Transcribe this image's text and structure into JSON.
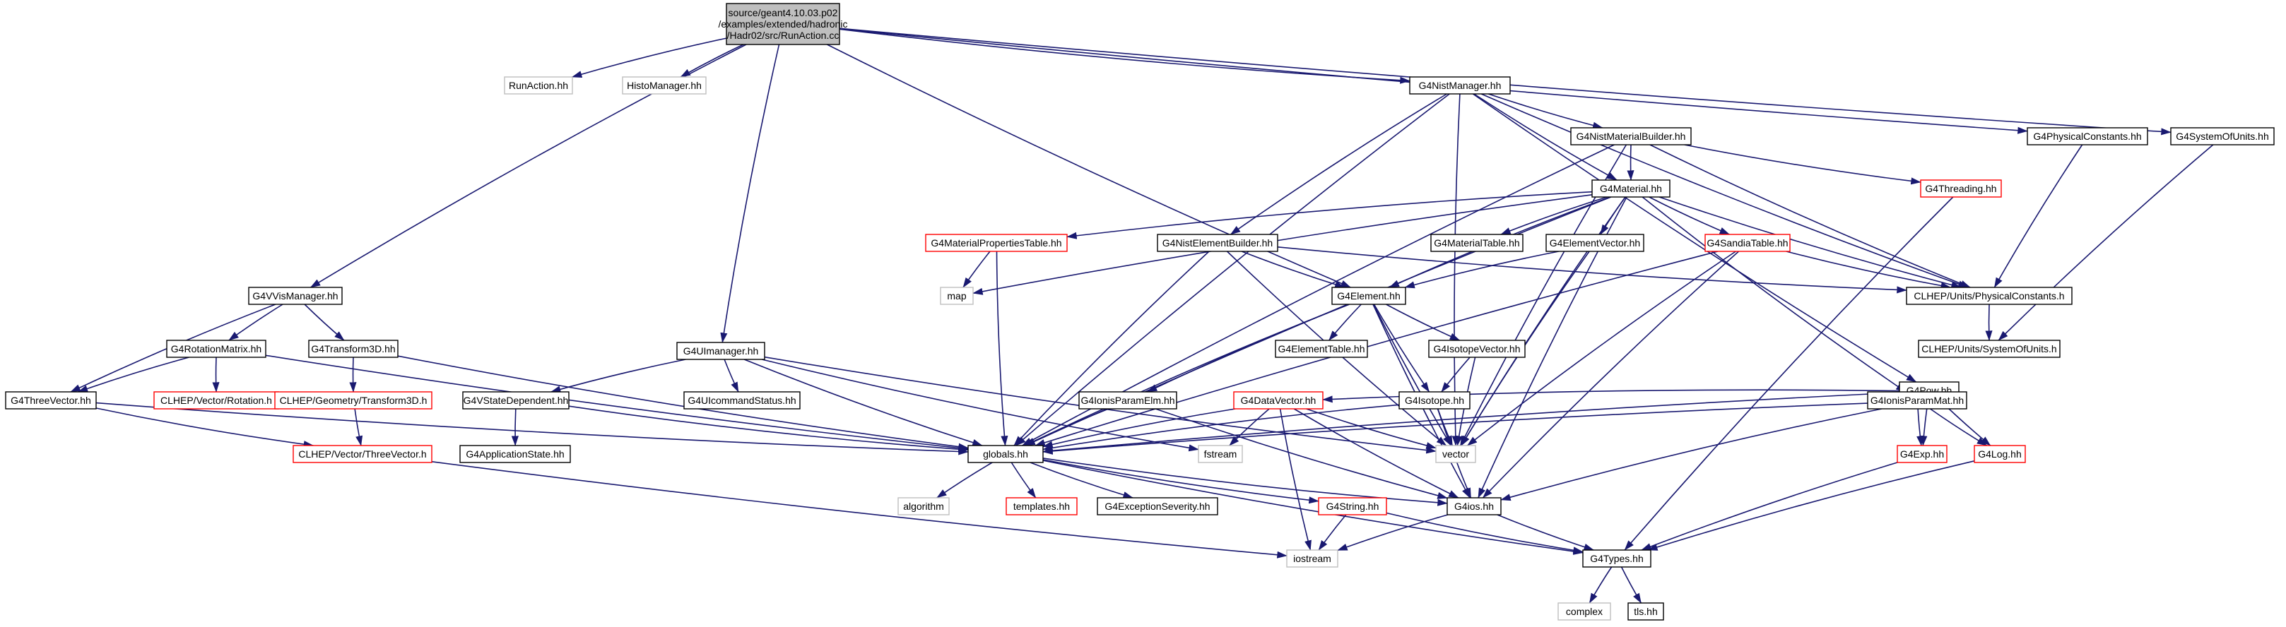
{
  "colors": {
    "edge": "#191970",
    "root_fill": "#bfbfbf",
    "root_border": "#000000",
    "normal_border": "#000000",
    "missing_border": "#bfbfbf",
    "truncated_border": "#ff0000",
    "node_fill": "#ffffff"
  },
  "nodes": [
    {
      "id": "root",
      "label": "source/geant4.10.03.p02\n/examples/extended/hadronic\n/Hadr02/src/RunAction.cc",
      "kind": "root"
    },
    {
      "id": "runaction",
      "label": "RunAction.hh",
      "kind": "missing"
    },
    {
      "id": "histomanager",
      "label": "HistoManager.hh",
      "kind": "missing"
    },
    {
      "id": "g4nistmanager",
      "label": "G4NistManager.hh",
      "kind": "normal"
    },
    {
      "id": "g4physicalconstants",
      "label": "G4PhysicalConstants.hh",
      "kind": "normal"
    },
    {
      "id": "g4systemofunits",
      "label": "G4SystemOfUnits.hh",
      "kind": "normal"
    },
    {
      "id": "g4nistmaterialbuilder",
      "label": "G4NistMaterialBuilder.hh",
      "kind": "normal"
    },
    {
      "id": "g4threading",
      "label": "G4Threading.hh",
      "kind": "truncated"
    },
    {
      "id": "g4material",
      "label": "G4Material.hh",
      "kind": "normal"
    },
    {
      "id": "g4materialpropertiestable",
      "label": "G4MaterialPropertiesTable.hh",
      "kind": "truncated"
    },
    {
      "id": "g4nistelementbuilder",
      "label": "G4NistElementBuilder.hh",
      "kind": "normal"
    },
    {
      "id": "g4materialtable",
      "label": "G4MaterialTable.hh",
      "kind": "normal"
    },
    {
      "id": "g4elementvector",
      "label": "G4ElementVector.hh",
      "kind": "normal"
    },
    {
      "id": "g4sandiatable",
      "label": "G4SandiaTable.hh",
      "kind": "truncated"
    },
    {
      "id": "map",
      "label": "map",
      "kind": "missing"
    },
    {
      "id": "g4element",
      "label": "G4Element.hh",
      "kind": "normal"
    },
    {
      "id": "clhep_physconst",
      "label": "CLHEP/Units/PhysicalConstants.h",
      "kind": "normal"
    },
    {
      "id": "g4vvismanager",
      "label": "G4VVisManager.hh",
      "kind": "normal"
    },
    {
      "id": "g4rotationmatrix",
      "label": "G4RotationMatrix.hh",
      "kind": "normal"
    },
    {
      "id": "g4transform3d",
      "label": "G4Transform3D.hh",
      "kind": "normal"
    },
    {
      "id": "g4uimanager",
      "label": "G4UImanager.hh",
      "kind": "normal"
    },
    {
      "id": "g4elementtable",
      "label": "G4ElementTable.hh",
      "kind": "normal"
    },
    {
      "id": "g4isotopevector",
      "label": "G4IsotopeVector.hh",
      "kind": "normal"
    },
    {
      "id": "clhep_sysunits",
      "label": "CLHEP/Units/SystemOfUnits.h",
      "kind": "normal"
    },
    {
      "id": "g4pow",
      "label": "G4Pow.hh",
      "kind": "normal"
    },
    {
      "id": "g4threevector",
      "label": "G4ThreeVector.hh",
      "kind": "normal"
    },
    {
      "id": "clhep_rotation",
      "label": "CLHEP/Vector/Rotation.h",
      "kind": "truncated"
    },
    {
      "id": "clhep_transform3d",
      "label": "CLHEP/Geometry/Transform3D.h",
      "kind": "truncated"
    },
    {
      "id": "g4vstatedependent",
      "label": "G4VStateDependent.hh",
      "kind": "normal"
    },
    {
      "id": "g4uicommandstatus",
      "label": "G4UIcommandStatus.hh",
      "kind": "normal"
    },
    {
      "id": "g4ionisparamelm",
      "label": "G4IonisParamElm.hh",
      "kind": "normal"
    },
    {
      "id": "g4datavector",
      "label": "G4DataVector.hh",
      "kind": "truncated"
    },
    {
      "id": "g4isotope",
      "label": "G4Isotope.hh",
      "kind": "normal"
    },
    {
      "id": "g4ionisparammat",
      "label": "G4IonisParamMat.hh",
      "kind": "normal"
    },
    {
      "id": "clhep_threevector",
      "label": "CLHEP/Vector/ThreeVector.h",
      "kind": "truncated"
    },
    {
      "id": "g4applicationstate",
      "label": "G4ApplicationState.hh",
      "kind": "normal"
    },
    {
      "id": "globals",
      "label": "globals.hh",
      "kind": "normal"
    },
    {
      "id": "fstream",
      "label": "fstream",
      "kind": "missing"
    },
    {
      "id": "vector",
      "label": "vector",
      "kind": "missing"
    },
    {
      "id": "g4exp",
      "label": "G4Exp.hh",
      "kind": "truncated"
    },
    {
      "id": "g4log",
      "label": "G4Log.hh",
      "kind": "truncated"
    },
    {
      "id": "algorithm",
      "label": "algorithm",
      "kind": "missing"
    },
    {
      "id": "templates",
      "label": "templates.hh",
      "kind": "truncated"
    },
    {
      "id": "g4exceptionseverity",
      "label": "G4ExceptionSeverity.hh",
      "kind": "normal"
    },
    {
      "id": "g4string",
      "label": "G4String.hh",
      "kind": "truncated"
    },
    {
      "id": "g4ios",
      "label": "G4ios.hh",
      "kind": "normal"
    },
    {
      "id": "iostream",
      "label": "iostream",
      "kind": "missing"
    },
    {
      "id": "g4types",
      "label": "G4Types.hh",
      "kind": "normal"
    },
    {
      "id": "complex",
      "label": "complex",
      "kind": "missing"
    },
    {
      "id": "tls",
      "label": "tls.hh",
      "kind": "normal"
    }
  ],
  "edges": [
    [
      "root",
      "runaction"
    ],
    [
      "root",
      "histomanager"
    ],
    [
      "root",
      "g4nistmanager"
    ],
    [
      "root",
      "g4physicalconstants"
    ],
    [
      "root",
      "g4systemofunits"
    ],
    [
      "root",
      "g4vvismanager"
    ],
    [
      "root",
      "g4uimanager"
    ],
    [
      "root",
      "g4element"
    ],
    [
      "g4nistmanager",
      "g4nistmaterialbuilder"
    ],
    [
      "g4nistmanager",
      "g4material"
    ],
    [
      "g4nistmanager",
      "g4nistelementbuilder"
    ],
    [
      "g4nistmanager",
      "clhep_physconst"
    ],
    [
      "g4nistmanager",
      "g4pow"
    ],
    [
      "g4nistmanager",
      "globals"
    ],
    [
      "g4nistmanager",
      "vector"
    ],
    [
      "g4physicalconstants",
      "clhep_physconst"
    ],
    [
      "g4systemofunits",
      "clhep_sysunits"
    ],
    [
      "g4nistmaterialbuilder",
      "g4threading"
    ],
    [
      "g4nistmaterialbuilder",
      "g4material"
    ],
    [
      "g4nistmaterialbuilder",
      "clhep_physconst"
    ],
    [
      "g4nistmaterialbuilder",
      "globals"
    ],
    [
      "g4nistmaterialbuilder",
      "vector"
    ],
    [
      "g4threading",
      "g4types"
    ],
    [
      "g4material",
      "g4materialpropertiestable"
    ],
    [
      "g4material",
      "g4materialtable"
    ],
    [
      "g4material",
      "g4elementvector"
    ],
    [
      "g4material",
      "g4sandiatable"
    ],
    [
      "g4material",
      "g4element"
    ],
    [
      "g4material",
      "clhep_physconst"
    ],
    [
      "g4material",
      "map"
    ],
    [
      "g4material",
      "g4ionisparammat"
    ],
    [
      "g4material",
      "vector"
    ],
    [
      "g4material",
      "globals"
    ],
    [
      "g4material",
      "g4ios"
    ],
    [
      "g4materialpropertiestable",
      "map"
    ],
    [
      "g4materialpropertiestable",
      "globals"
    ],
    [
      "g4nistelementbuilder",
      "g4element"
    ],
    [
      "g4nistelementbuilder",
      "clhep_physconst"
    ],
    [
      "g4nistelementbuilder",
      "globals"
    ],
    [
      "g4nistelementbuilder",
      "vector"
    ],
    [
      "g4elementvector",
      "g4element"
    ],
    [
      "g4elementvector",
      "vector"
    ],
    [
      "g4sandiatable",
      "clhep_physconst"
    ],
    [
      "g4sandiatable",
      "globals"
    ],
    [
      "g4sandiatable",
      "vector"
    ],
    [
      "g4sandiatable",
      "g4ios"
    ],
    [
      "g4element",
      "g4elementtable"
    ],
    [
      "g4element",
      "g4isotopevector"
    ],
    [
      "g4element",
      "g4ionisparamelm"
    ],
    [
      "g4element",
      "g4isotope"
    ],
    [
      "g4element",
      "globals"
    ],
    [
      "g4element",
      "vector"
    ],
    [
      "g4element",
      "g4ios"
    ],
    [
      "clhep_physconst",
      "clhep_sysunits"
    ],
    [
      "g4vvismanager",
      "g4rotationmatrix"
    ],
    [
      "g4vvismanager",
      "g4transform3d"
    ],
    [
      "g4vvismanager",
      "g4threevector"
    ],
    [
      "g4rotationmatrix",
      "g4threevector"
    ],
    [
      "g4rotationmatrix",
      "clhep_rotation"
    ],
    [
      "g4rotationmatrix",
      "globals"
    ],
    [
      "g4transform3d",
      "clhep_transform3d"
    ],
    [
      "g4transform3d",
      "globals"
    ],
    [
      "g4uimanager",
      "g4vstatedependent"
    ],
    [
      "g4uimanager",
      "g4uicommandstatus"
    ],
    [
      "g4uimanager",
      "globals"
    ],
    [
      "g4uimanager",
      "fstream"
    ],
    [
      "g4uimanager",
      "vector"
    ],
    [
      "g4isotopevector",
      "g4isotope"
    ],
    [
      "g4isotopevector",
      "vector"
    ],
    [
      "g4pow",
      "g4datavector"
    ],
    [
      "g4pow",
      "globals"
    ],
    [
      "g4pow",
      "g4exp"
    ],
    [
      "g4pow",
      "g4log"
    ],
    [
      "g4threevector",
      "globals"
    ],
    [
      "g4threevector",
      "clhep_threevector"
    ],
    [
      "clhep_transform3d",
      "clhep_threevector"
    ],
    [
      "g4vstatedependent",
      "g4applicationstate"
    ],
    [
      "g4vstatedependent",
      "globals"
    ],
    [
      "g4ionisparamelm",
      "globals"
    ],
    [
      "g4ionisparamelm",
      "g4ios"
    ],
    [
      "g4datavector",
      "globals"
    ],
    [
      "g4datavector",
      "vector"
    ],
    [
      "g4datavector",
      "fstream"
    ],
    [
      "g4datavector",
      "iostream"
    ],
    [
      "g4datavector",
      "g4ios"
    ],
    [
      "g4isotope",
      "globals"
    ],
    [
      "g4isotope",
      "vector"
    ],
    [
      "g4isotope",
      "g4ios"
    ],
    [
      "g4ionisparammat",
      "globals"
    ],
    [
      "g4ionisparammat",
      "g4exp"
    ],
    [
      "g4ionisparammat",
      "g4log"
    ],
    [
      "g4ionisparammat",
      "g4ios"
    ],
    [
      "clhep_threevector",
      "iostream"
    ],
    [
      "globals",
      "algorithm"
    ],
    [
      "globals",
      "templates"
    ],
    [
      "globals",
      "g4exceptionseverity"
    ],
    [
      "globals",
      "g4string"
    ],
    [
      "globals",
      "g4ios"
    ],
    [
      "globals",
      "g4types"
    ],
    [
      "g4exp",
      "g4types"
    ],
    [
      "g4log",
      "g4types"
    ],
    [
      "g4string",
      "iostream"
    ],
    [
      "g4string",
      "g4types"
    ],
    [
      "g4ios",
      "iostream"
    ],
    [
      "g4ios",
      "g4types"
    ],
    [
      "g4types",
      "complex"
    ],
    [
      "g4types",
      "tls"
    ]
  ]
}
